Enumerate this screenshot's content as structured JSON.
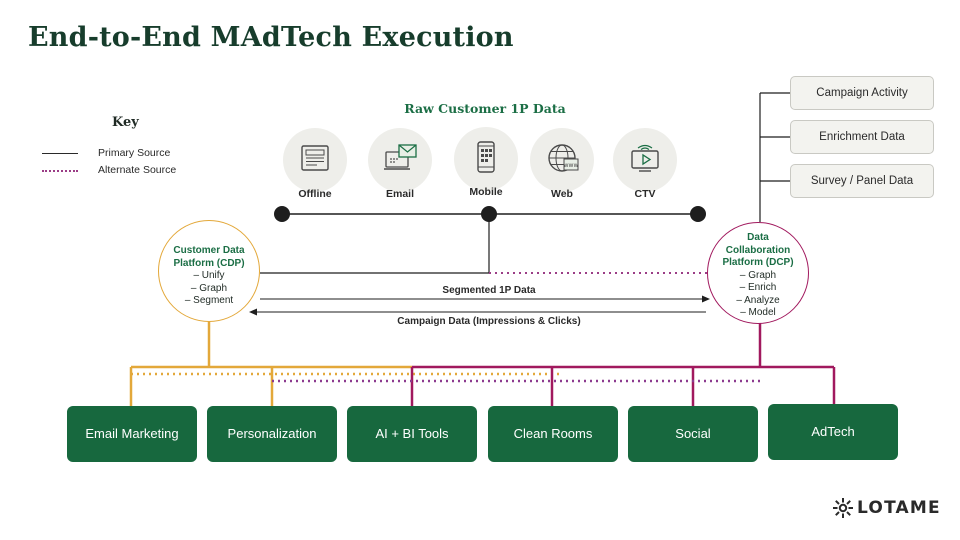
{
  "title": "End-to-End MAdTech Execution",
  "key": {
    "title": "Key",
    "primary": "Primary Source",
    "alternate": "Alternate Source"
  },
  "raw_data": {
    "title": "Raw Customer 1P Data",
    "sources": [
      {
        "label": "Offline",
        "icon": "document-icon"
      },
      {
        "label": "Email",
        "icon": "email-laptop-icon"
      },
      {
        "label": "Mobile",
        "icon": "mobile-phone-icon"
      },
      {
        "label": "Web",
        "icon": "globe-icon"
      },
      {
        "label": "CTV",
        "icon": "tv-play-icon"
      }
    ]
  },
  "cdp": {
    "title_line1": "Customer Data",
    "title_line2": "Platform (CDP)",
    "items": [
      "– Unify",
      "– Graph",
      "– Segment"
    ]
  },
  "dcp": {
    "title_line1": "Data",
    "title_line2": "Collaboration",
    "title_line3": "Platform (DCP)",
    "items": [
      "– Graph",
      "– Enrich",
      "– Analyze",
      "– Model"
    ]
  },
  "right_inputs": [
    "Campaign Activity",
    "Enrichment Data",
    "Survey / Panel Data"
  ],
  "flows": {
    "segmented": "Segmented 1P Data",
    "campaign": "Campaign Data (Impressions & Clicks)"
  },
  "outputs": [
    {
      "label": "Email Marketing"
    },
    {
      "label": "Personalization"
    },
    {
      "label": "AI + BI Tools"
    },
    {
      "label": "Clean Rooms"
    },
    {
      "label": "Social"
    },
    {
      "label": "AdTech"
    }
  ],
  "brand": "LOTAME",
  "colors": {
    "title": "#173d2c",
    "accent_green": "#1b6e45",
    "box_green": "#17683e",
    "cdp_orange": "#e3a83a",
    "dcp_magenta": "#a1195e",
    "alternate_dotted": "#9b3d86"
  }
}
